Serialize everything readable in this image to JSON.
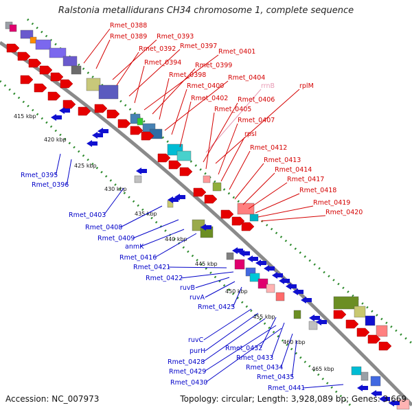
{
  "title": "Ralstonia metallidurans CH34 chromosome 1, complete sequence",
  "accession": "Accession: NC_007973",
  "summary": "Topology: circular; Length: 3,928,089 bp; Genes: 3,669",
  "colors": {
    "forward_label": "#d40000",
    "reverse_label": "#0000c8",
    "rna_label": "#e89ab4",
    "backbone": "#8a8a8a"
  },
  "kbp_ticks": [
    "415 kbp",
    "420 kbp",
    "425 kbp",
    "430 kbp",
    "435 kbp",
    "440 kbp",
    "445 kbp",
    "450 kbp",
    "455 kbp",
    "460 kbp",
    "465 kbp"
  ],
  "forward_genes": [
    "Rmet_0388",
    "Rmet_0389",
    "Rmet_0393",
    "Rmet_0392",
    "Rmet_0397",
    "Rmet_0394",
    "Rmet_0401",
    "Rmet_0399",
    "Rmet_0398",
    "Rmet_0404",
    "Rmet_0400",
    "rrnB",
    "rplM",
    "Rmet_0402",
    "Rmet_0406",
    "Rmet_0405",
    "Rmet_0407",
    "rpsI",
    "Rmet_0412",
    "Rmet_0413",
    "Rmet_0414",
    "Rmet_0417",
    "Rmet_0418",
    "Rmet_0419",
    "Rmet_0420"
  ],
  "reverse_genes": [
    "Rmet_0395",
    "Rmet_0396",
    "Rmet_0403",
    "Rmet_0408",
    "Rmet_0409",
    "anmK",
    "Rmet_0416",
    "Rmet_0421",
    "Rmet_0422",
    "ruvB",
    "ruvA",
    "Rmet_0425",
    "ruvC",
    "purH",
    "Rmet_0428",
    "Rmet_0429",
    "Rmet_0430",
    "Rmet_0432",
    "Rmet_0433",
    "Rmet_0434",
    "Rmet_0435",
    "Rmet_0441"
  ]
}
